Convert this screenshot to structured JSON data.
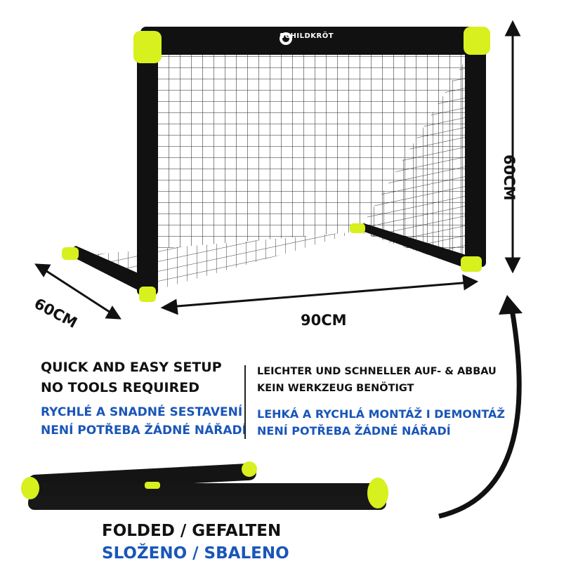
{
  "brand": {
    "logo_text": "SCHILDKRÖT"
  },
  "dimensions": {
    "width": "90CM",
    "height": "60CM",
    "depth": "60CM"
  },
  "features": {
    "en": [
      "QUICK AND EASY SETUP",
      "NO TOOLS REQUIRED"
    ],
    "cz": [
      "RYCHLÉ A SNADNÉ SESTAVENÍ",
      "NENÍ POTŘEBA ŽÁDNÉ NÁŘADÍ"
    ],
    "de": [
      "LEICHTER UND SCHNELLER AUF- & ABBAU",
      "KEIN WERKZEUG BENÖTIGT"
    ],
    "sk": [
      "LEHKÁ A RYCHLÁ MONTÁŽ I DEMONTÁŽ",
      "NENÍ POTŘEBA ŽÁDNÉ NÁŘADÍ"
    ]
  },
  "folded": {
    "line1": "FOLDED / GEFALTEN",
    "line2": "SLOŽENO / SBALENO"
  },
  "colors": {
    "frame": "#111111",
    "accent_yellow": "#d7f01e",
    "text_blue": "#1a56b8"
  }
}
